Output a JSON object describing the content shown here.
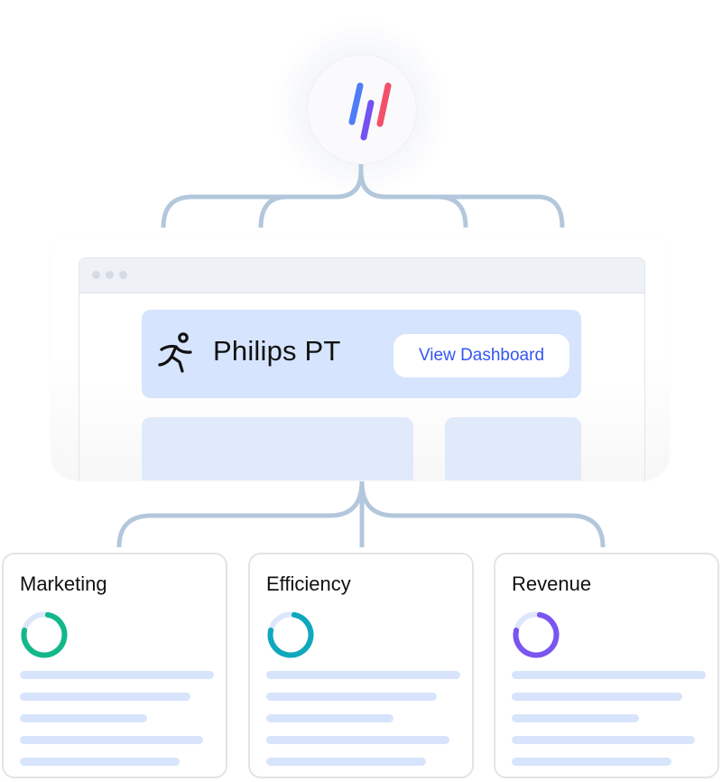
{
  "logo": {
    "icon": "three-slash-logo-icon",
    "bar_colors": [
      "#4f7cf7",
      "#7552f0",
      "#f2506a"
    ]
  },
  "connector_color": "#b3c7dc",
  "browser": {
    "dots": 3
  },
  "hero": {
    "icon": "running-person-icon",
    "title": "Philips PT",
    "button_label": "View Dashboard",
    "button_color": "#3357f0",
    "background": "#d6e4fd"
  },
  "cards": [
    {
      "title": "Marketing",
      "donut_color": "#13b88a",
      "track_color": "#dde7fb",
      "percent": 80
    },
    {
      "title": "Efficiency",
      "donut_color": "#0fa8bd",
      "track_color": "#dde7fb",
      "percent": 80
    },
    {
      "title": "Revenue",
      "donut_color": "#7a55f1",
      "track_color": "#dde7fb",
      "percent": 80
    }
  ]
}
